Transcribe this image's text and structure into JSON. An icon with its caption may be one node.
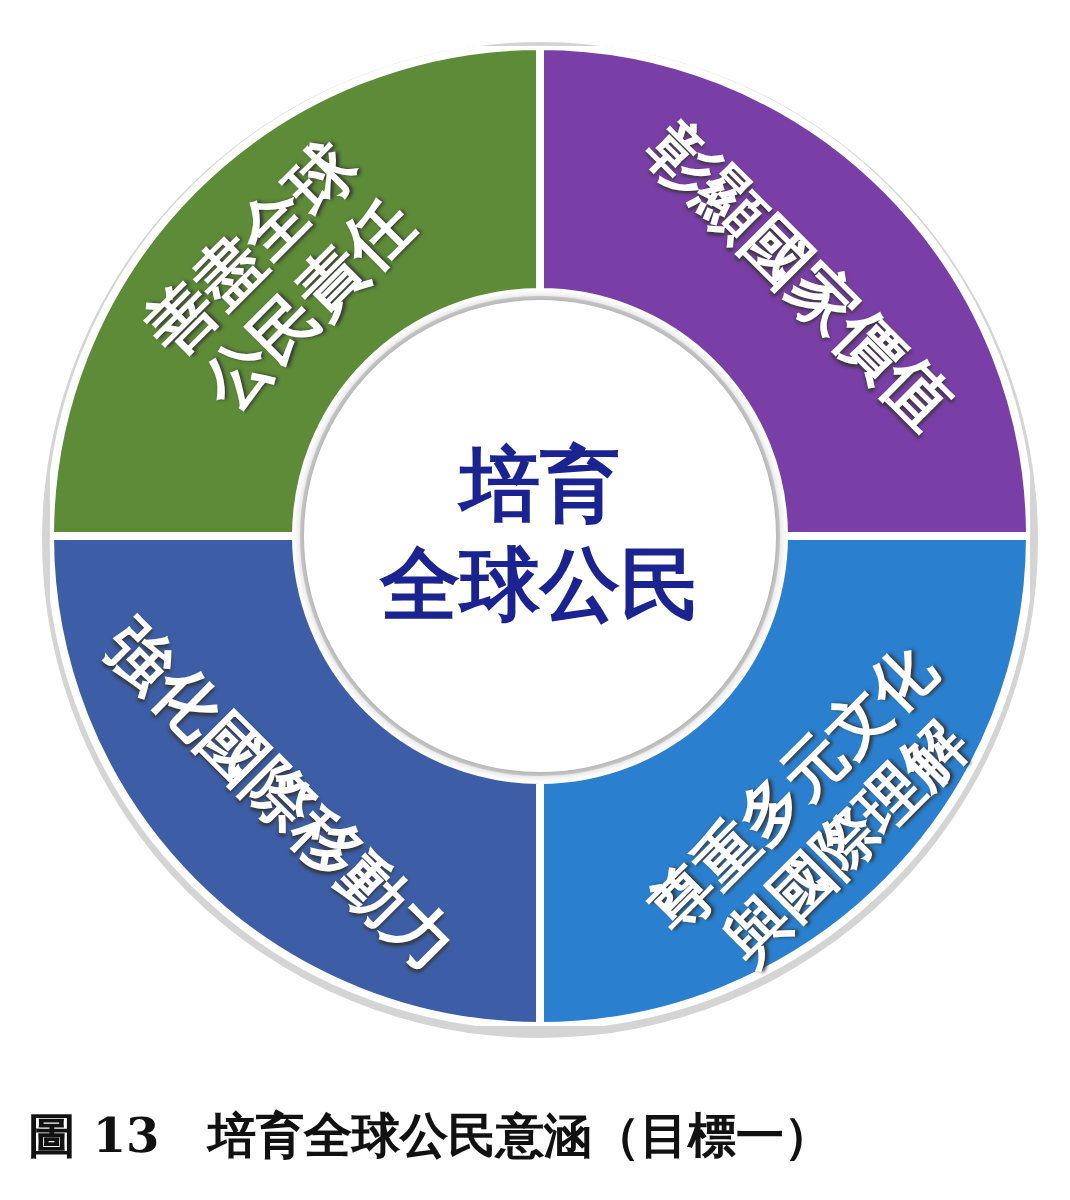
{
  "diagram": {
    "caption": "圖 13　培育全球公民意涵（目標一）",
    "nodes": [
      {
        "text": [
          "培育全球公民"
        ]
      },
      {
        "text": [
          "善盡全球公民責任"
        ]
      },
      {
        "text": [
          "彰顯國家價值"
        ]
      },
      {
        "text": [
          "強化國際移動力"
        ]
      },
      {
        "text": [
          "尊重多元文化與國際理解"
        ]
      }
    ]
  }
}
